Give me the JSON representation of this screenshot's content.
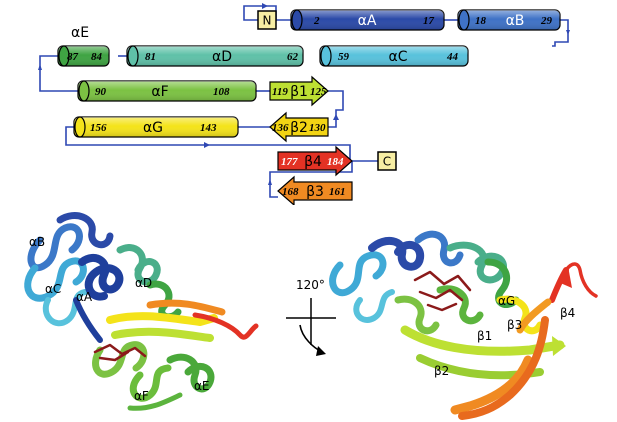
{
  "topology": {
    "termini": {
      "n": "N",
      "c": "C"
    },
    "elements": [
      {
        "id": "aA",
        "type": "helix",
        "name": "αA",
        "start": "2",
        "end": "17",
        "color": "#2b4aa8"
      },
      {
        "id": "aB",
        "type": "helix",
        "name": "αB",
        "start": "18",
        "end": "29",
        "color": "#3f72c6"
      },
      {
        "id": "aC",
        "type": "helix",
        "name": "αC",
        "start": "59",
        "end": "44",
        "color": "#58c2dc"
      },
      {
        "id": "aD",
        "type": "helix",
        "name": "αD",
        "start": "81",
        "end": "62",
        "color": "#5fc1a8"
      },
      {
        "id": "aE",
        "type": "helix",
        "name": "αE",
        "start": "87",
        "end": "84",
        "color": "#3fa443"
      },
      {
        "id": "aF",
        "type": "helix",
        "name": "αF",
        "start": "90",
        "end": "108",
        "color": "#7cc243"
      },
      {
        "id": "b1",
        "type": "strand",
        "name": "β1",
        "start": "119",
        "end": "125",
        "color": "#bde033"
      },
      {
        "id": "aG",
        "type": "helix",
        "name": "αG",
        "start": "156",
        "end": "143",
        "color": "#f4e31a"
      },
      {
        "id": "b2",
        "type": "strand",
        "name": "β2",
        "start": "136",
        "end": "130",
        "color": "#f2d414"
      },
      {
        "id": "b4",
        "type": "strand",
        "name": "β4",
        "start": "177",
        "end": "184",
        "color": "#e33224"
      },
      {
        "id": "b3",
        "type": "strand",
        "name": "β3",
        "start": "168",
        "end": "161",
        "color": "#f08a22"
      }
    ],
    "line_color": "#2f48b4"
  },
  "structure_left": {
    "labels": [
      "αB",
      "αC",
      "αA",
      "αD",
      "αF",
      "αE"
    ]
  },
  "structure_right": {
    "labels": [
      "αG",
      "β1",
      "β3",
      "β4",
      "β2"
    ]
  },
  "rotation": {
    "label": "120°"
  }
}
